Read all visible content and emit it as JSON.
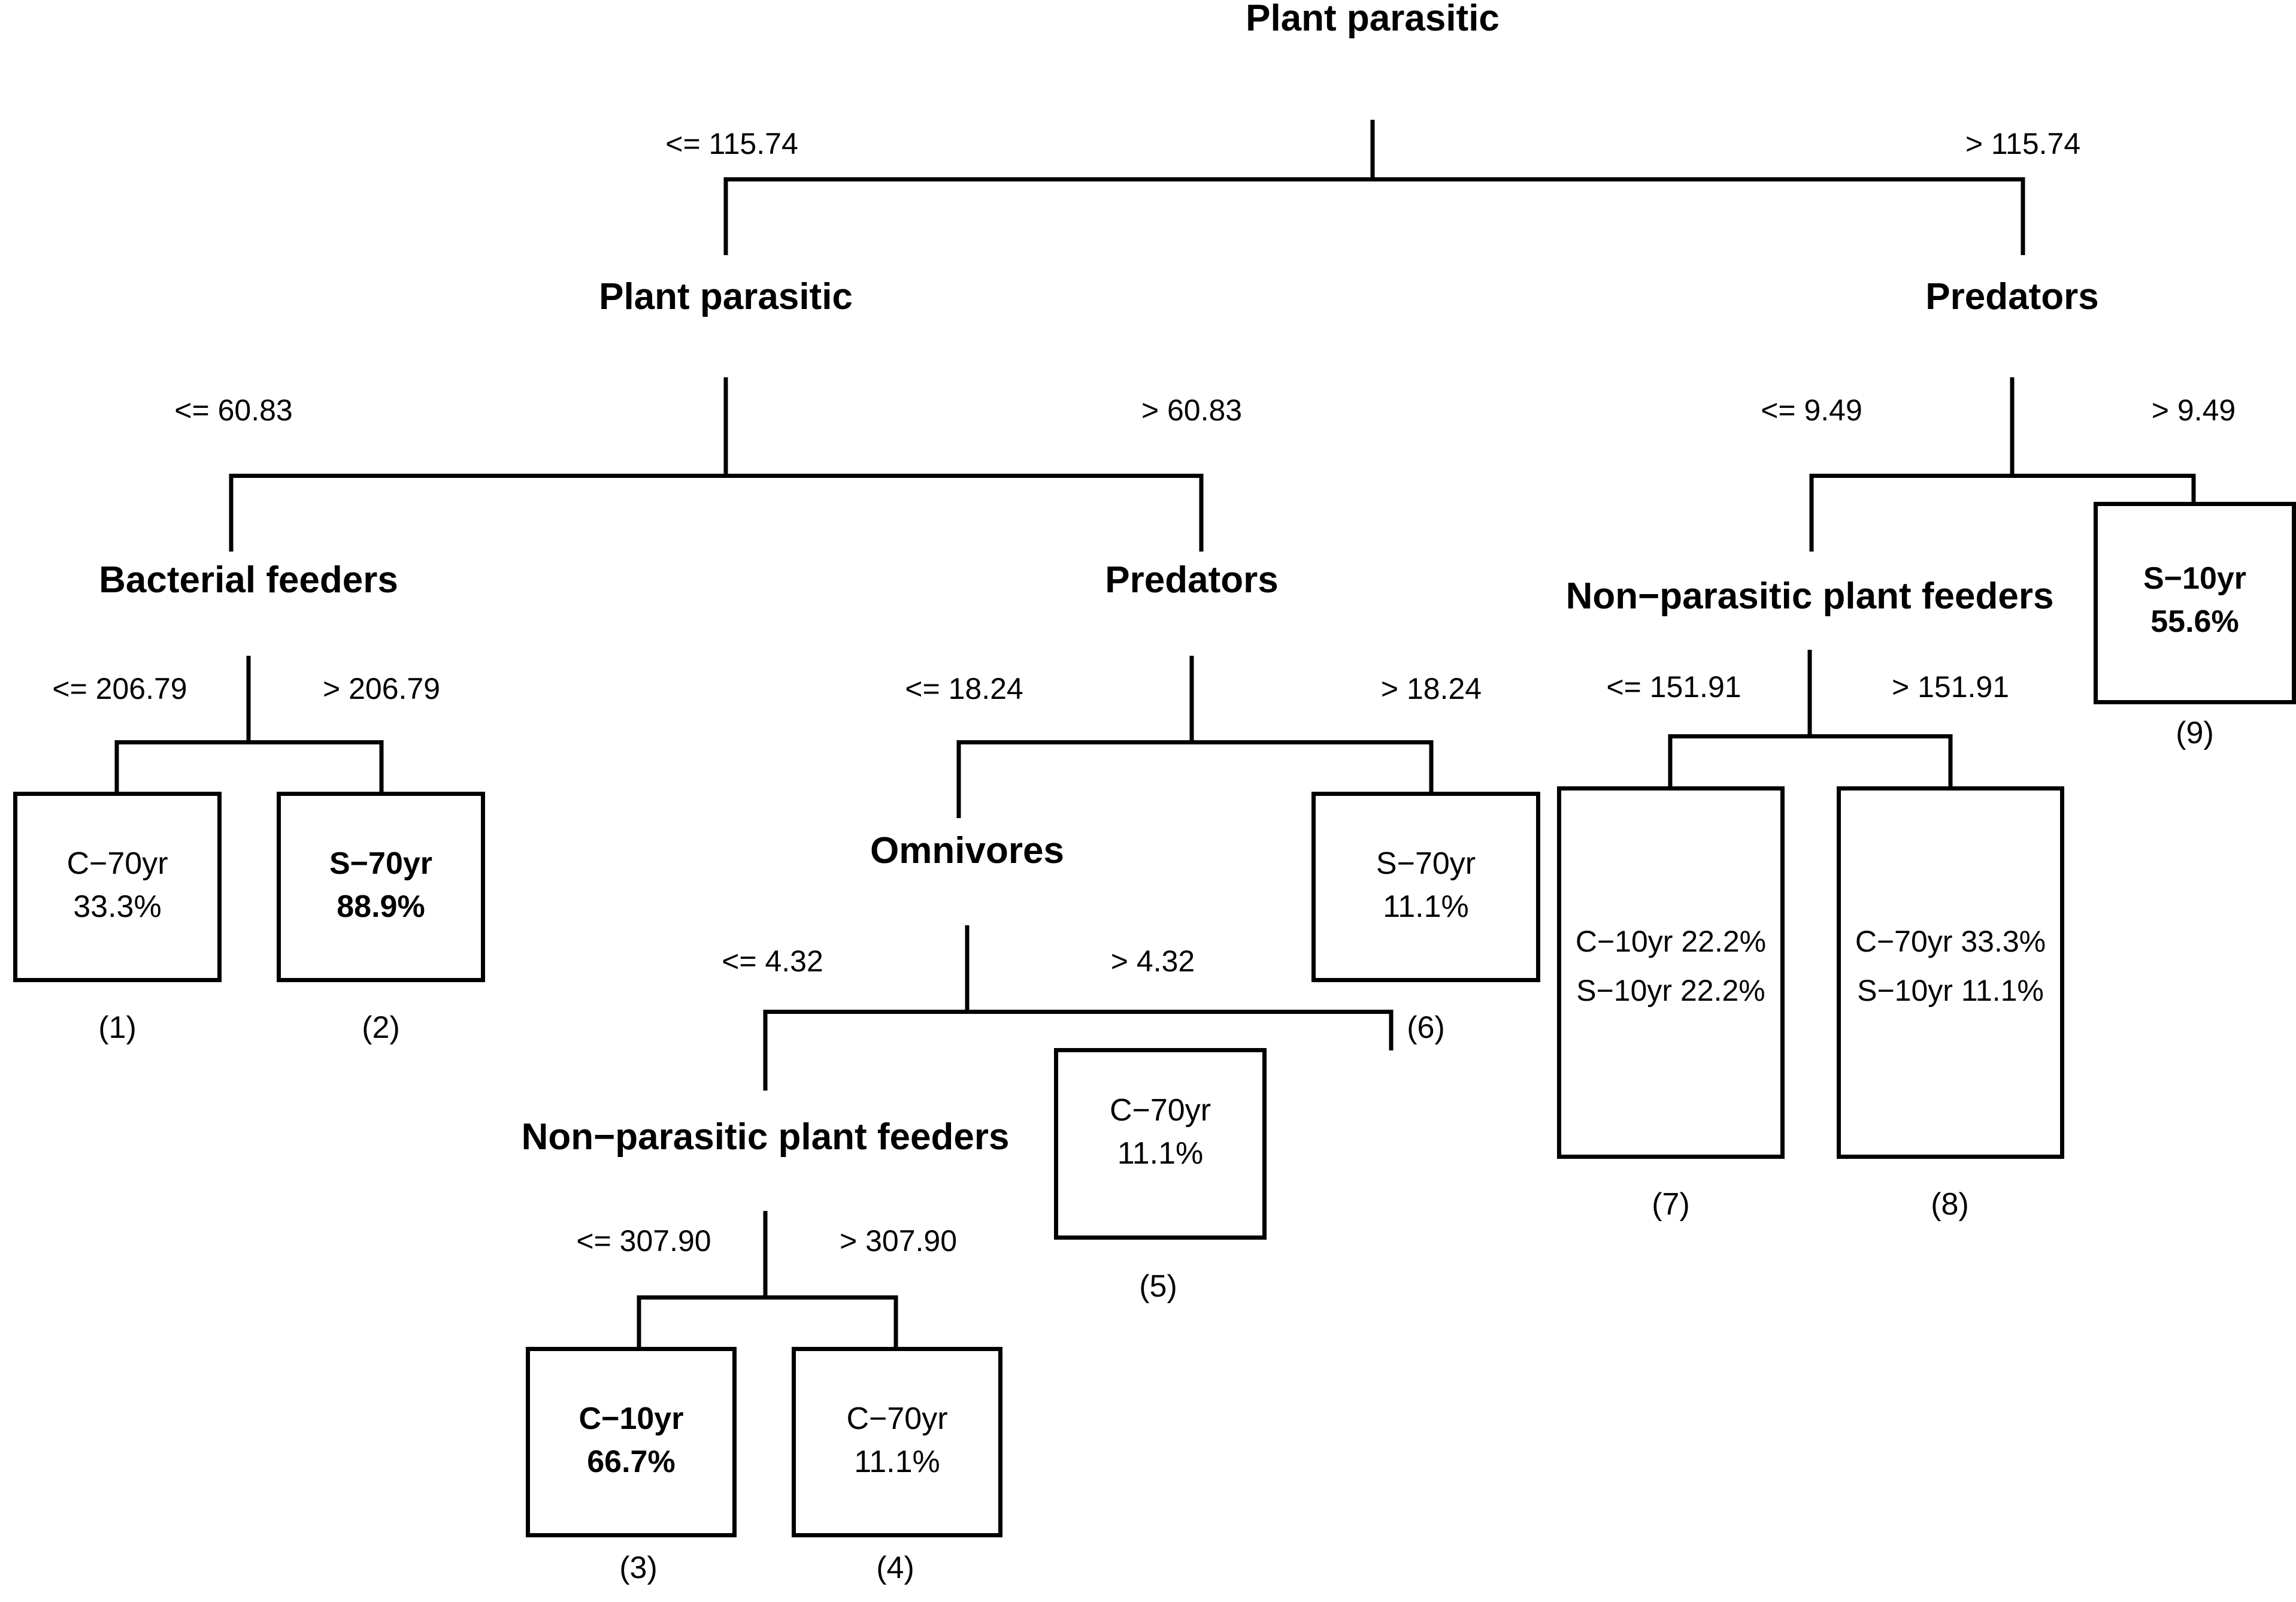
{
  "diagram": {
    "type": "decision-tree",
    "title_node": "Plant parasitic"
  },
  "nodes": {
    "root": {
      "label": "Plant parasitic",
      "left_split": "<= 115.74",
      "right_split": "> 115.74"
    },
    "n_plant_parasitic_2": {
      "label": "Plant parasitic",
      "left_split": "<= 60.83",
      "right_split": "> 60.83"
    },
    "n_predators_right": {
      "label": "Predators",
      "left_split": "<= 9.49",
      "right_split": "> 9.49"
    },
    "n_bacterial_feeders": {
      "label": "Bacterial feeders",
      "left_split": "<= 206.79",
      "right_split": "> 206.79"
    },
    "n_predators_mid": {
      "label": "Predators",
      "left_split": "<= 18.24",
      "right_split": "> 18.24"
    },
    "n_nonparasitic_right": {
      "label": "Non−parasitic plant feeders",
      "left_split": "<= 151.91",
      "right_split": "> 151.91"
    },
    "n_omnivores": {
      "label": "Omnivores",
      "left_split": "<= 4.32",
      "right_split": "> 4.32"
    },
    "n_nonparasitic_mid": {
      "label": "Non−parasitic plant feeders",
      "left_split": "<= 307.90",
      "right_split": "> 307.90"
    }
  },
  "leaves": [
    {
      "index": "(1)",
      "lines": [
        "C−70yr",
        "33.3%"
      ],
      "bold": false
    },
    {
      "index": "(2)",
      "lines": [
        "S−70yr",
        "88.9%"
      ],
      "bold": true
    },
    {
      "index": "(3)",
      "lines": [
        "C−10yr",
        "66.7%"
      ],
      "bold": true
    },
    {
      "index": "(4)",
      "lines": [
        "C−70yr",
        "11.1%"
      ],
      "bold": false
    },
    {
      "index": "(5)",
      "lines": [
        "C−70yr",
        "11.1%"
      ],
      "bold": false
    },
    {
      "index": "(6)",
      "lines": [
        "S−70yr",
        "11.1%"
      ],
      "bold": false
    },
    {
      "index": "(7)",
      "lines": [
        "C−10yr 22.2%",
        "S−10yr 22.2%"
      ],
      "bold": false
    },
    {
      "index": "(8)",
      "lines": [
        "C−70yr 33.3%",
        "S−10yr 11.1%"
      ],
      "bold": false
    },
    {
      "index": "(9)",
      "lines": [
        "S−10yr",
        "55.6%"
      ],
      "bold": true
    }
  ],
  "colors": {
    "stroke": "#000000",
    "background": "#ffffff",
    "text": "#000000"
  }
}
